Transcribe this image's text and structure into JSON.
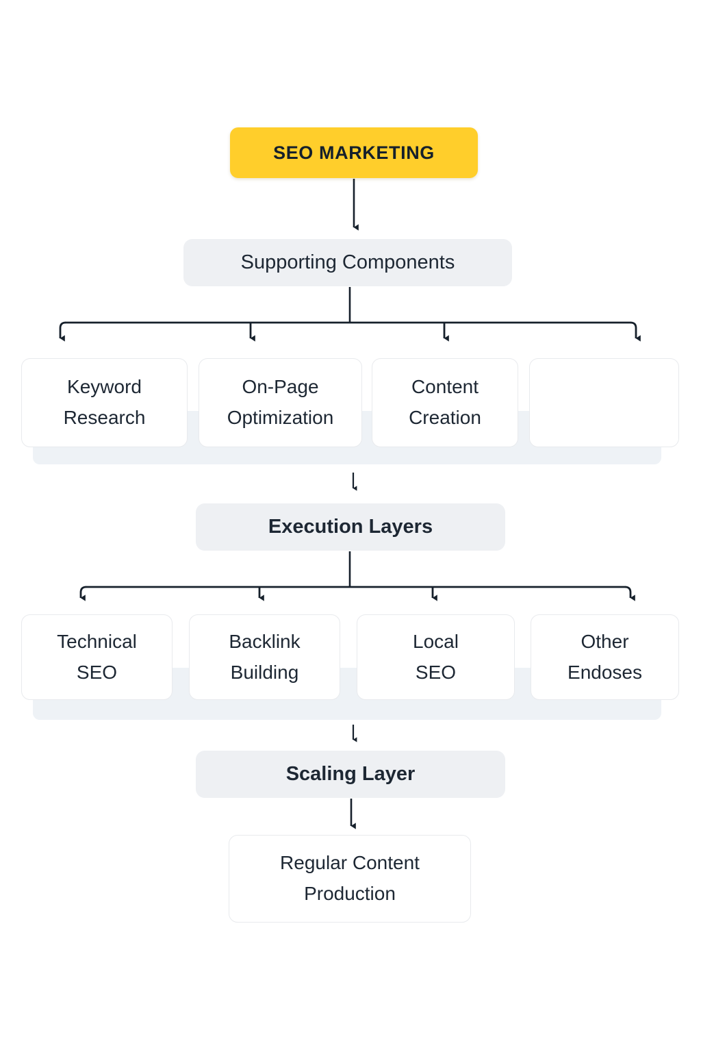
{
  "diagram": {
    "title": "SEO MARKETING",
    "root": {
      "label": "SEO MARKETING"
    },
    "sections": [
      {
        "id": "supporting",
        "label": "Supporting Components"
      },
      {
        "id": "execution",
        "label": "Execution Layers"
      },
      {
        "id": "scaling",
        "label": "Scaling Layer"
      }
    ],
    "supporting_items": [
      {
        "label": "Keyword\nResearch"
      },
      {
        "label": "On-Page\nOptimization"
      },
      {
        "label": "Content\nCreation"
      },
      {
        "label": ""
      }
    ],
    "execution_items": [
      {
        "label": "Technical\nSEO"
      },
      {
        "label": "Backlink\nBuilding"
      },
      {
        "label": "Local\nSEO"
      },
      {
        "label": "Other\nEndoses"
      }
    ],
    "scaling_items": [
      {
        "label": "Regular Content\nProduction"
      }
    ],
    "colors": {
      "root_fill": "#FFCE2B",
      "root_text": "#15202b",
      "section_fill": "#eef0f3",
      "section_text": "#1d2733",
      "card_fill": "#ffffff",
      "card_border": "#e8eaed",
      "card_text": "#1d2733",
      "band_fill": "#eef2f6",
      "connector": "#16202b",
      "background": "#ffffff"
    }
  }
}
